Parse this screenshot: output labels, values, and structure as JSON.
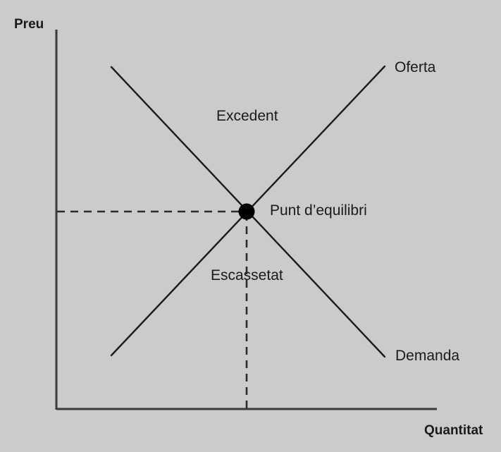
{
  "chart_data": {
    "type": "line",
    "title": "",
    "subtitle": "",
    "xlabel": "Quantitat",
    "ylabel": "Preu",
    "grid": false,
    "legend": "inline-curve-labels",
    "axis_style": "qualitative-no-ticks",
    "xlim": [
      0,
      1
    ],
    "ylim": [
      0,
      1
    ],
    "series": [
      {
        "name": "Oferta",
        "description": "Upward sloping supply curve",
        "x": [
          0.148,
          0.852
        ],
        "y": [
          0.155,
          0.971
        ]
      },
      {
        "name": "Demanda",
        "description": "Downward sloping demand curve",
        "x": [
          0.148,
          0.852
        ],
        "y": [
          0.971,
          0.155
        ]
      }
    ],
    "annotations": [
      {
        "name": "Punt d'equilibri",
        "x": 0.5,
        "y": 0.563,
        "marker": "filled-circle"
      },
      {
        "name": "Excedent",
        "x": 0.5,
        "y": 0.78,
        "marker": "none"
      },
      {
        "name": "Escassetat",
        "x": 0.5,
        "y": 0.35,
        "marker": "none"
      }
    ],
    "guides": [
      {
        "name": "equilibrium-price-line",
        "orientation": "horizontal",
        "style": "dashed",
        "value": 0.563
      },
      {
        "name": "equilibrium-quantity-line",
        "orientation": "vertical",
        "style": "dashed",
        "value": 0.5
      }
    ]
  },
  "axes": {
    "y_title": "Preu",
    "x_title": "Quantitat"
  },
  "curves": {
    "supply_label": "Oferta",
    "demand_label": "Demanda"
  },
  "regions": {
    "surplus_label": "Excedent",
    "shortage_label": "Escassetat"
  },
  "point": {
    "equilibrium_label": "Punt d’equilibri"
  },
  "colors": {
    "background": "#cbcbcb",
    "line": "#1a1a1a",
    "axis": "#3a3a3a",
    "text": "#1a1a1a",
    "marker": "#000000"
  }
}
